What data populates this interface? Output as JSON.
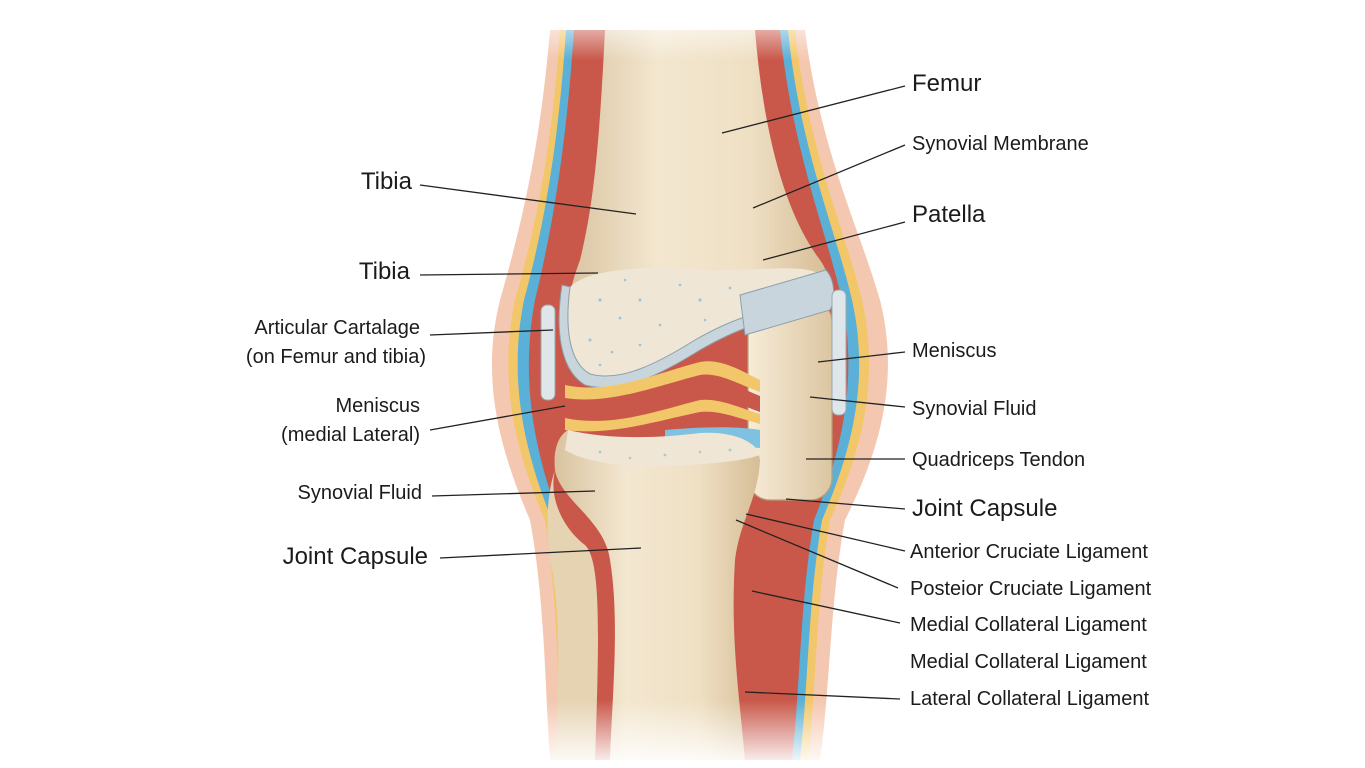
{
  "labels": {
    "femur": "Femur",
    "synovial_membrane": "Synovial Membrane",
    "patella": "Patella",
    "meniscus_right": "Meniscus",
    "synovial_fluid_right": "Synovial Fluid",
    "quadriceps_tendon": "Quadriceps Tendon",
    "joint_capsule_right": "Joint Capsule",
    "anterior_cruciate_ligament": "Anterior Cruciate Ligament",
    "posterior_cruciate_ligament": "Posteior Cruciate Ligament",
    "medial_collateral_ligament_1": "Medial Collateral Ligament",
    "medial_collateral_ligament_2": "Medial Collateral Ligament",
    "lateral_collateral_ligament": "Lateral Collateral Ligament",
    "tibia_1": "Tibia",
    "tibia_2": "Tibia",
    "articular_cartilage_line1": "Articular Cartalage",
    "articular_cartilage_line2": "(on Femur and tibia)",
    "meniscus_left_line1": "Meniscus",
    "meniscus_left_line2": "(medial Lateral)",
    "synovial_fluid_left": "Synovial Fluid",
    "joint_capsule_left": "Joint Capsule"
  },
  "colors": {
    "bone": "#efe1c6",
    "bone_shade": "#d9c3a0",
    "muscle": "#c9584a",
    "synovium_blue": "#5ab0d6",
    "capsule_yellow": "#f2c76a",
    "skin": "#f2c1a8",
    "cartilage": "#c9d5dc"
  }
}
